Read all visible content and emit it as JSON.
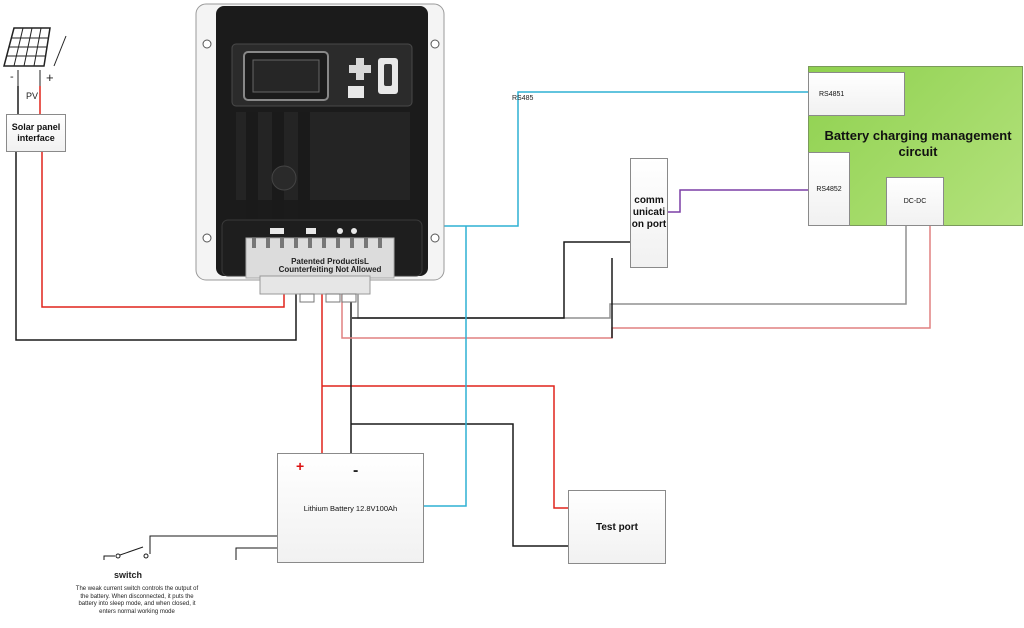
{
  "labels": {
    "pv": "PV",
    "solar_interface": "Solar panel interface",
    "rs485": "RS485",
    "communication_port": "comm unicati on port",
    "bms_title": "Battery charging management circuit",
    "rs485_1": "RS4851",
    "rs485_2": "RS4852",
    "dcdc": "DC-DC",
    "battery": "Lithium Battery 12.8V100Ah",
    "battery_plus": "+",
    "battery_minus": "-",
    "test_port": "Test port",
    "switch": "switch",
    "switch_description": "The weak current switch controls the output of the battery. When disconnected, it puts the battery into sleep mode, and when closed, it enters normal working mode",
    "controller_notice_line1": "Patented ProductisL",
    "controller_notice_line2": "Counterfeiting Not Allowed"
  },
  "colors": {
    "positive_wire": "#e0241b",
    "negative_wire": "#1a1a1a",
    "rs485_wire": "#2fb1d3",
    "comm_wire": "#7b3fa6",
    "return_red_wire": "#e08080",
    "return_grey_wire": "#909090",
    "bms_green": "#8fd14f",
    "controller_body": "#1b1b1b"
  },
  "icons": [
    "solar-panel-icon",
    "charge-controller-icon",
    "switch-icon"
  ]
}
